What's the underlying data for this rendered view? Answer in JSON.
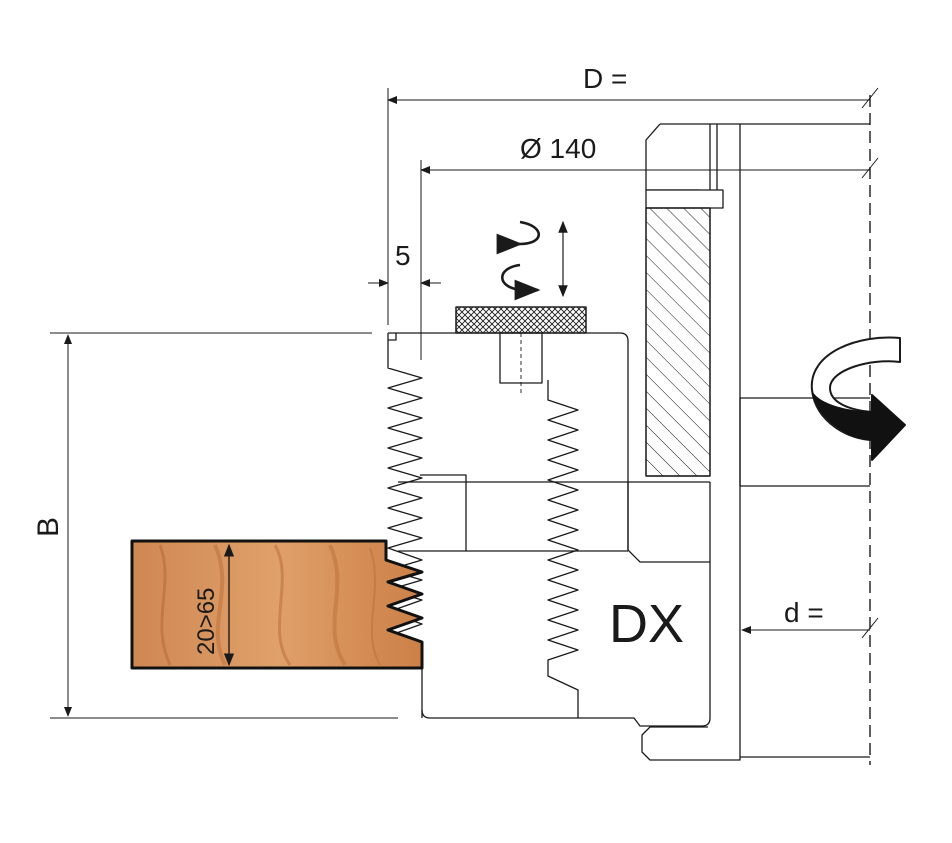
{
  "dimensions": {
    "outer_diameter": "D =",
    "body_diameter": "Ø 140",
    "offset": "5",
    "height": "B",
    "bore": "d =",
    "workpiece_thickness": "20>65"
  },
  "marking": {
    "hand": "DX"
  },
  "colors": {
    "wood_fill": "#d89560",
    "wood_grain": "#b86a35",
    "line": "#1a1a1a"
  }
}
